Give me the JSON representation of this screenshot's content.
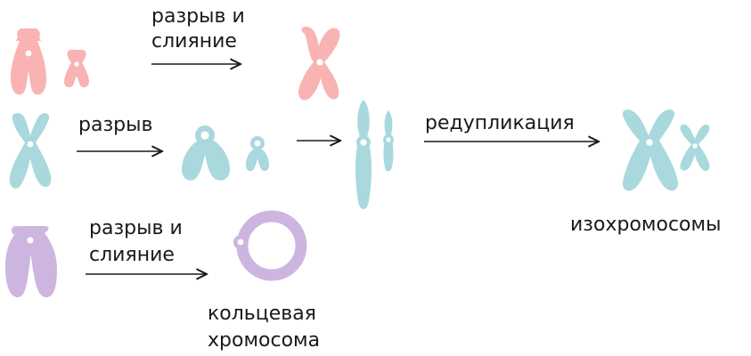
{
  "labels": {
    "row1_arrow_line1": "разрыв и",
    "row1_arrow_line2": "слияние",
    "row2_arrow": "разрыв",
    "row2_arrow2": "редупликация",
    "isochromosomes": "изохромосомы",
    "row3_arrow_line1": "разрыв и",
    "row3_arrow_line2": "слияние",
    "ring_line1": "кольцевая",
    "ring_line2": "хромосома"
  },
  "colors": {
    "pink": "#f9b3b3",
    "blue": "#a9d8dd",
    "lilac": "#ccb6e0",
    "text": "#1a1a1a"
  }
}
